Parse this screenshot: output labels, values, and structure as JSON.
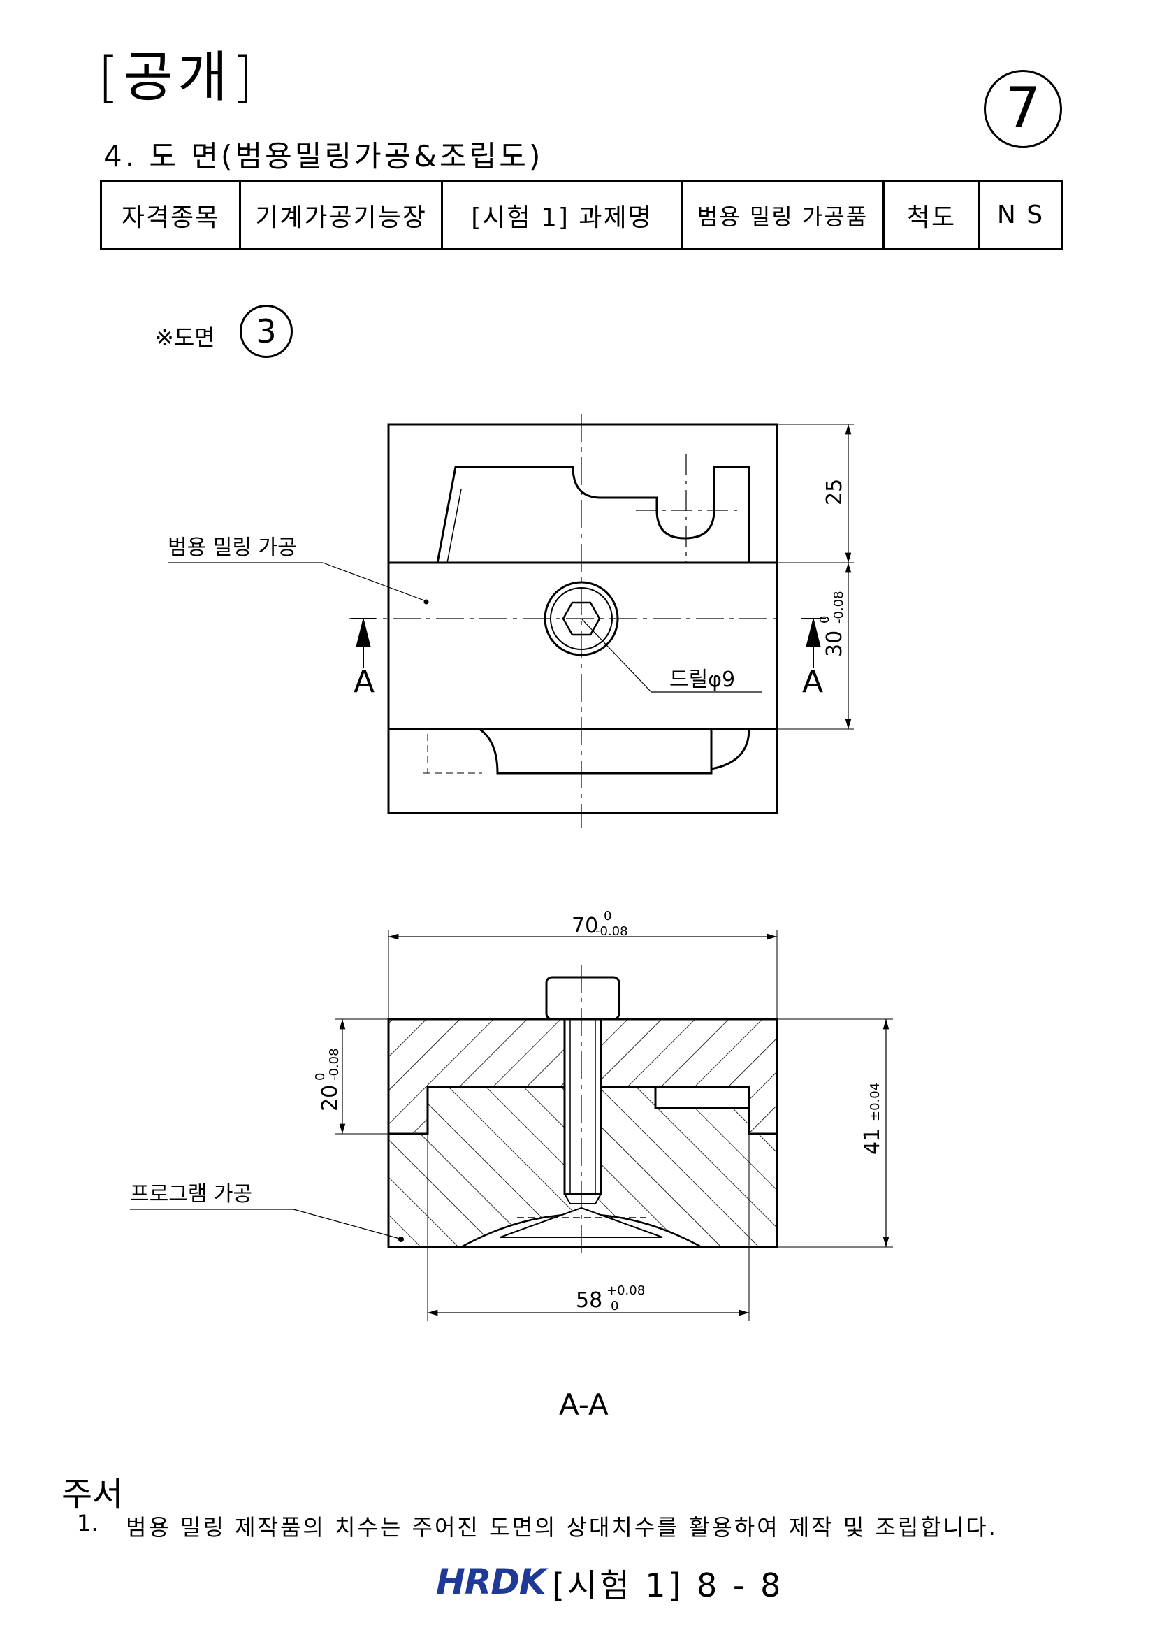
{
  "header": {
    "public_label": "[공개]",
    "page_circle": "7",
    "heading": "4. 도 면(범용밀링가공&조립도)"
  },
  "info_table": {
    "col1": "자격종목",
    "col2": "기계가공기능장",
    "col3": "[시험 1] 과제명",
    "col4": "범용 밀링 가공품",
    "col5": "척도",
    "col6": "N S"
  },
  "drawing_ref": {
    "label": "※도면",
    "number": "3"
  },
  "top_view": {
    "callout_milling": "범용 밀링 가공",
    "section_marker_left": "A",
    "section_marker_right": "A",
    "callout_drill": "드릴φ9",
    "dim_25": "25",
    "dim_30": "30",
    "dim_30_tol_upper": "0",
    "dim_30_tol_lower": "-0.08"
  },
  "section_view": {
    "dim_70": "70",
    "dim_70_tol_upper": "0",
    "dim_70_tol_lower": "-0.08",
    "dim_20": "20",
    "dim_20_tol_upper": "0",
    "dim_20_tol_lower": "-0.08",
    "dim_41": "41",
    "dim_41_tol": "±0.04",
    "dim_58": "58",
    "dim_58_tol_upper": "+0.08",
    "dim_58_tol_lower": "0",
    "callout_program": "프로그램 가공",
    "section_title": "A-A"
  },
  "notes": {
    "title": "주서",
    "item1_num": "1.",
    "item1": "범용 밀링 제작품의 치수는 주어진 도면의 상대치수를 활용하여 제작 및 조립합니다."
  },
  "footer": {
    "logo": "HRDK",
    "page_text": "[시험 1] 8 - 8"
  }
}
